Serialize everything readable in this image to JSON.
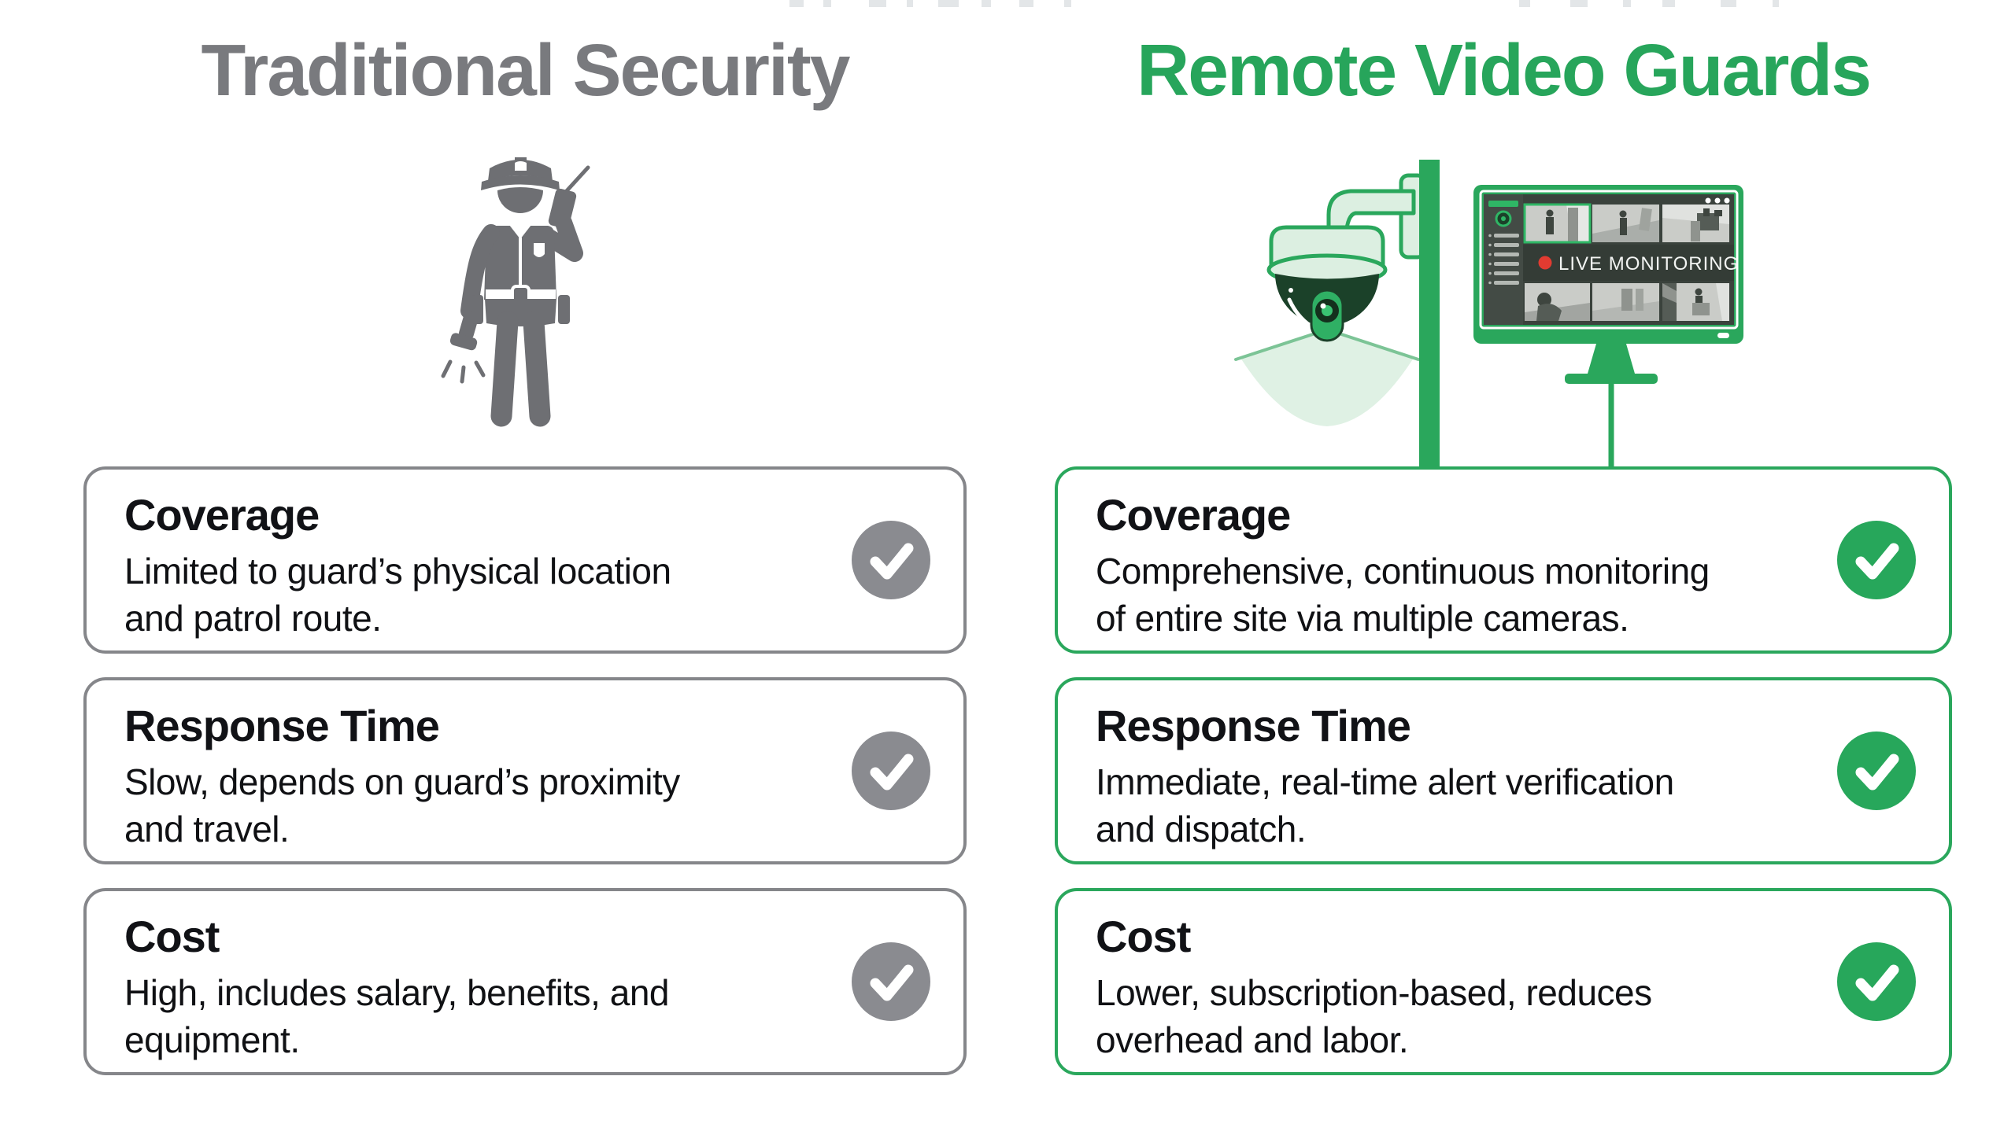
{
  "page": {
    "background": "#FFFFFF"
  },
  "colors": {
    "brand_green": "#2AA75C",
    "brand_green_bright": "#2FB665",
    "green_light": "#DCEFE1",
    "green_dark": "#1B4129",
    "heading_gray": "#797A7E",
    "icon_gray": "#6E6F73",
    "card_border_gray": "#85868A",
    "check_gray": "#8A8B90",
    "text_dark": "#111216",
    "screen_dark": "#3A423C",
    "alert_red": "#E23B31"
  },
  "left_column": {
    "title": "Traditional Security",
    "icon": "security-guard-silhouette",
    "check_icon": "gray-checkmark",
    "cards": [
      {
        "title": "Coverage",
        "description": "Limited to guard’s physical location\nand patrol route."
      },
      {
        "title": "Response Time",
        "description": "Slow, depends on guard’s proximity\nand travel."
      },
      {
        "title": "Cost",
        "description": "High, includes salary, benefits, and\nequipment."
      }
    ]
  },
  "right_column": {
    "title": "Remote Video Guards",
    "icon": "cctv-dome-camera-and-monitor",
    "check_icon": "green-checkmark",
    "monitor": {
      "label": "LIVE MONITORING",
      "status_icon": "red-recording-dot"
    },
    "cards": [
      {
        "title": "Coverage",
        "description": "Comprehensive, continuous monitoring\nof entire site via multiple cameras."
      },
      {
        "title": "Response Time",
        "description": "Immediate, real-time alert verification\nand dispatch."
      },
      {
        "title": "Cost",
        "description": "Lower, subscription-based, reduces\noverhead and labor."
      }
    ]
  }
}
